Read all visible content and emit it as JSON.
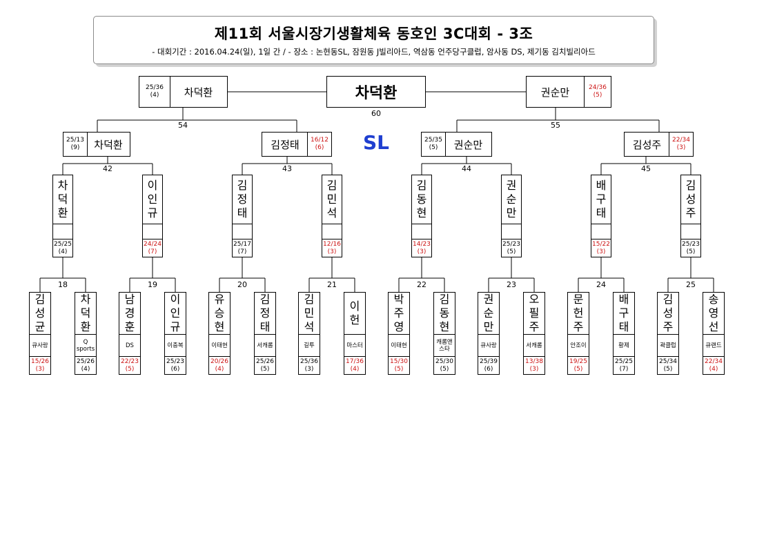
{
  "header": {
    "title": "제11회 서울시장기생활체육 동호인 3C대회 - 3조",
    "subtitle": "- 대회기간 : 2016.04.24(일), 1일 간 / - 장소 : 논현동SL, 잠원동 J빌리아드, 역삼동 언주당구클럽, 암사동 DS, 제기동 김치빌리아드"
  },
  "venue": "SL",
  "final": {
    "match_no": "60",
    "champion": "차덕환",
    "left": {
      "name": "차덕환",
      "score": "25/36",
      "inning": "(4)",
      "won": true
    },
    "right": {
      "name": "권순만",
      "score": "24/36",
      "inning": "(5)",
      "won": false
    }
  },
  "semifinals": [
    {
      "match_no": "54",
      "left": {
        "name": "차덕환",
        "score": "25/13",
        "inning": "(9)",
        "won": true
      },
      "right": {
        "name": "김정태",
        "score": "16/12",
        "inning": "(6)",
        "won": false
      }
    },
    {
      "match_no": "55",
      "left": {
        "name": "권순만",
        "score": "25/35",
        "inning": "(5)",
        "won": true
      },
      "right": {
        "name": "김성주",
        "score": "22/34",
        "inning": "(3)",
        "won": false
      }
    }
  ],
  "quarterfinals": [
    {
      "match_no": "42",
      "players": [
        {
          "name": "차덕환",
          "score": "25/25",
          "inning": "(4)",
          "won": true
        },
        {
          "name": "이인규",
          "score": "24/24",
          "inning": "(7)",
          "won": false
        }
      ]
    },
    {
      "match_no": "43",
      "players": [
        {
          "name": "김정태",
          "score": "25/17",
          "inning": "(7)",
          "won": true
        },
        {
          "name": "김민석",
          "score": "12/16",
          "inning": "(3)",
          "won": false
        }
      ]
    },
    {
      "match_no": "44",
      "players": [
        {
          "name": "김동현",
          "score": "14/23",
          "inning": "(3)",
          "won": false
        },
        {
          "name": "권순만",
          "score": "25/23",
          "inning": "(5)",
          "won": true
        }
      ]
    },
    {
      "match_no": "45",
      "players": [
        {
          "name": "배구태",
          "score": "15/22",
          "inning": "(3)",
          "won": false
        },
        {
          "name": "김성주",
          "score": "25/23",
          "inning": "(5)",
          "won": true
        }
      ]
    }
  ],
  "first_round": [
    {
      "match_no": "18",
      "players": [
        {
          "name": "김성균",
          "club": "큐사랑",
          "score": "15/26",
          "inning": "(3)",
          "won": false
        },
        {
          "name": "차덕환",
          "club": "Q sports",
          "score": "25/26",
          "inning": "(4)",
          "won": true
        }
      ]
    },
    {
      "match_no": "19",
      "players": [
        {
          "name": "남경훈",
          "club": "DS",
          "score": "22/23",
          "inning": "(5)",
          "won": false
        },
        {
          "name": "이인규",
          "club": "이충복",
          "score": "25/23",
          "inning": "(6)",
          "won": true
        }
      ]
    },
    {
      "match_no": "20",
      "players": [
        {
          "name": "유승현",
          "club": "이태현",
          "score": "20/26",
          "inning": "(4)",
          "won": false
        },
        {
          "name": "김정태",
          "club": "서캐롬",
          "score": "25/26",
          "inning": "(5)",
          "won": true
        }
      ]
    },
    {
      "match_no": "21",
      "players": [
        {
          "name": "김민석",
          "club": "길투",
          "score": "25/36",
          "inning": "(3)",
          "won": true
        },
        {
          "name": "이헌",
          "club": "마스터",
          "score": "17/36",
          "inning": "(4)",
          "won": false
        }
      ]
    },
    {
      "match_no": "22",
      "players": [
        {
          "name": "박주영",
          "club": "이태현",
          "score": "15/30",
          "inning": "(5)",
          "won": false
        },
        {
          "name": "김동현",
          "club": "캐롬앤스타",
          "score": "25/30",
          "inning": "(5)",
          "won": true
        }
      ]
    },
    {
      "match_no": "23",
      "players": [
        {
          "name": "권순만",
          "club": "큐사랑",
          "score": "25/39",
          "inning": "(6)",
          "won": true
        },
        {
          "name": "오필주",
          "club": "서캐롬",
          "score": "13/38",
          "inning": "(3)",
          "won": false
        }
      ]
    },
    {
      "match_no": "24",
      "players": [
        {
          "name": "문헌주",
          "club": "안조이",
          "score": "19/25",
          "inning": "(5)",
          "won": false
        },
        {
          "name": "배구태",
          "club": "황제",
          "score": "25/25",
          "inning": "(7)",
          "won": true
        }
      ]
    },
    {
      "match_no": "25",
      "players": [
        {
          "name": "김성주",
          "club": "곽클럽",
          "score": "25/34",
          "inning": "(5)",
          "won": true
        },
        {
          "name": "송영선",
          "club": "큐랜드",
          "score": "22/34",
          "inning": "(4)",
          "won": false
        }
      ]
    }
  ]
}
